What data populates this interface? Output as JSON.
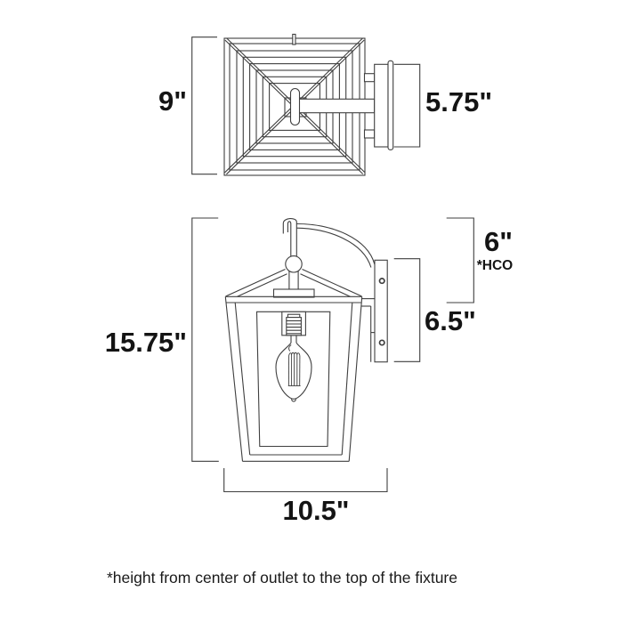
{
  "page": {
    "background": "#ffffff"
  },
  "drawing": {
    "line_color": "#3f3f3f",
    "text_color": "#141414",
    "top_view": "lantern top view",
    "side_view": "lantern side view"
  },
  "dimensions": {
    "top_width": "9\"",
    "backplate_width": "5.75\"",
    "overall_height": "15.75\"",
    "hco_height": "6\"",
    "hco_note": "*HCO",
    "backplate_height": "6.5\"",
    "projection": "10.5\""
  },
  "footnote": "*height from center of outlet to the top of the fixture"
}
